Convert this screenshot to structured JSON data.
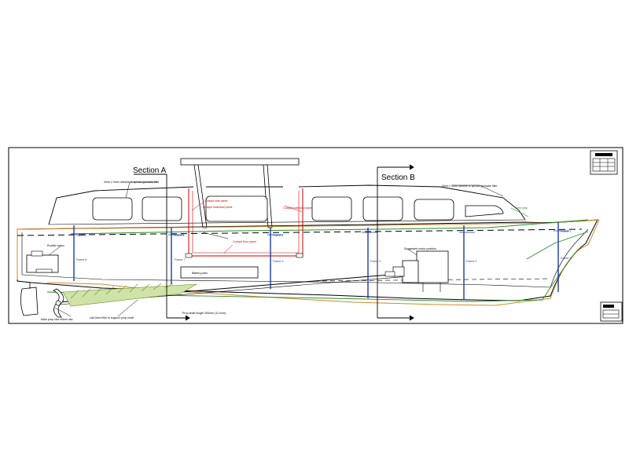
{
  "drawing": {
    "section_a": "Section A",
    "section_b": "Section B",
    "note_top_left": "3mm x 3mm obeche or spruce gunwale fillet",
    "note_top_right": "3mm x 3mm obeche or spruce gunwale fillet",
    "note_green_right": "3mm strip",
    "cockpit_side_panel": "Cockpit side panel",
    "cockpit_bulkhead_left": "Cockpit bulkhead panel",
    "cockpit_bulkhead_right": "Cockpit bulkhead panel",
    "cockpit_floor_panel": "Cockpit floor panel",
    "rudder_servo": "Rudder servo",
    "battery_pack": "Battery pack",
    "motor_position": "Suggested motor position",
    "main_prop": "Main prop size 40mm dia.",
    "stern_tube_note": "Use bent fillet to support prop shaft",
    "prop_shaft_length": "Prop shaft length 300mm (12 inch)",
    "frame_labels": [
      "Frame 8",
      "Frame 8",
      "Frame 7",
      "Frame 6",
      "Frame 5",
      "Frame 4",
      "Frame 3",
      "Frame 2",
      "Frame 1",
      "Frame 1"
    ],
    "colors": {
      "outline": "#000000",
      "frames": "#1a3aa8",
      "cockpit": "#cc0000",
      "waterline": "#2a8a2a",
      "keel": "#d08a2a",
      "hatch": "#6b8e23"
    },
    "icons": [
      "title-block-icon",
      "revision-block-icon"
    ]
  }
}
